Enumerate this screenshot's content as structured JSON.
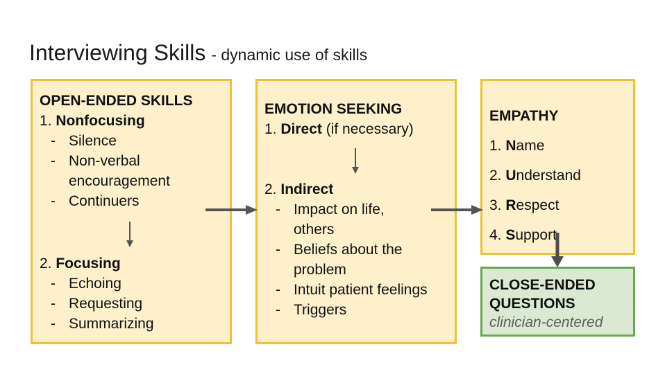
{
  "title": {
    "main": "Interviewing Skills",
    "subtitle": "- dynamic use of skills"
  },
  "boxes": {
    "open_ended": {
      "header": "OPEN-ENDED SKILLS",
      "items": [
        {
          "num": "1.",
          "label": "Nonfocusing",
          "bullets": [
            "Silence",
            "Non-verbal\nencouragement",
            "Continuers"
          ]
        },
        {
          "num": "2.",
          "label": "Focusing",
          "bullets": [
            "Echoing",
            "Requesting",
            "Summarizing"
          ]
        }
      ]
    },
    "emotion_seeking": {
      "header": "EMOTION SEEKING",
      "items": [
        {
          "num": "1.",
          "label": "Direct",
          "suffix": " (if necessary)"
        },
        {
          "num": "2.",
          "label": "Indirect",
          "bullets": [
            "Impact on life,\nothers",
            "Beliefs about the\nproblem",
            "Intuit patient feelings",
            "Triggers"
          ]
        }
      ]
    },
    "empathy": {
      "header": "EMPATHY",
      "items": [
        {
          "num": "1.",
          "initial": "N",
          "rest": "ame"
        },
        {
          "num": "2.",
          "initial": "U",
          "rest": "nderstand"
        },
        {
          "num": "3.",
          "initial": "R",
          "rest": "espect"
        },
        {
          "num": "4.",
          "initial": "S",
          "rest": "upport"
        }
      ]
    },
    "close_ended": {
      "header": "CLOSE-ENDED QUESTIONS",
      "subtitle": "clinician-centered"
    }
  },
  "glyphs": {
    "dash_bullet": "-"
  },
  "icons": {
    "arrow_right": "right-arrow",
    "arrow_down": "down-arrow"
  },
  "colors": {
    "background": "#ffffff",
    "text": "#111111",
    "yellow_box_fill": "#fdf0cb",
    "yellow_box_border": "#f0c233",
    "green_box_fill": "#dbe9d3",
    "green_box_border": "#6aa84f",
    "arrow_gray": "#555555",
    "subtitle_italic_gray": "#5f5f5f"
  }
}
